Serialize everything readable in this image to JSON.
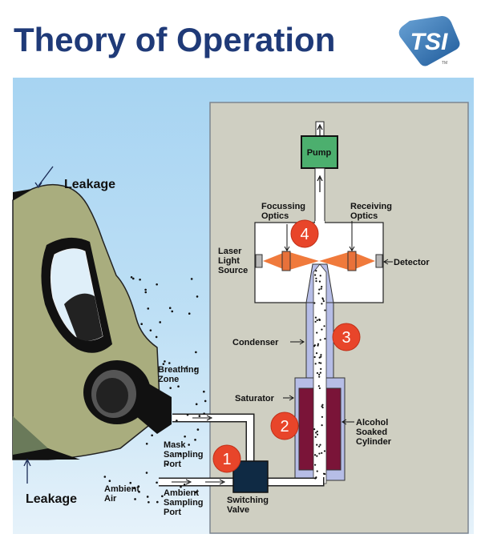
{
  "header": {
    "title": "Theory of Operation",
    "logo_text": "TSI",
    "logo_trademark": "TM"
  },
  "diagram": {
    "components": {
      "pump": "Pump",
      "focussing_optics": [
        "Focussing",
        "Optics"
      ],
      "receiving_optics": [
        "Receiving",
        "Optics"
      ],
      "laser_light_source": [
        "Laser",
        "Light",
        "Source"
      ],
      "detector": "Detector",
      "condenser": "Condenser",
      "saturator": "Saturator",
      "alcohol_soaked_cylinder": [
        "Alcohol",
        "Soaked",
        "Cylinder"
      ],
      "switching_valve": [
        "Switching",
        "Valve"
      ],
      "mask_sampling_port": [
        "Mask",
        "Sampling",
        "Port"
      ],
      "ambient_sampling_port": [
        "Ambient",
        "Sampling",
        "Port"
      ],
      "ambient_air": [
        "Ambient",
        "Air"
      ],
      "breathing_zone": [
        "Breathing",
        "Zone"
      ],
      "leakage_top": "Leakage",
      "leakage_bottom": "Leakage"
    },
    "steps": [
      "1",
      "2",
      "3",
      "4"
    ],
    "colors": {
      "title": "#1f3a78",
      "sky": "#a7d4f2",
      "instrument_body": "#cfcfc2",
      "pump": "#4caf6e",
      "laser_beam": "#f07a3c",
      "condenser": "#b6bde6",
      "saturator_cylinder": "#7a1438",
      "switching_valve": "#0f2a44",
      "step_badge": "#e8452a",
      "mask": "#a9ad7e"
    }
  }
}
